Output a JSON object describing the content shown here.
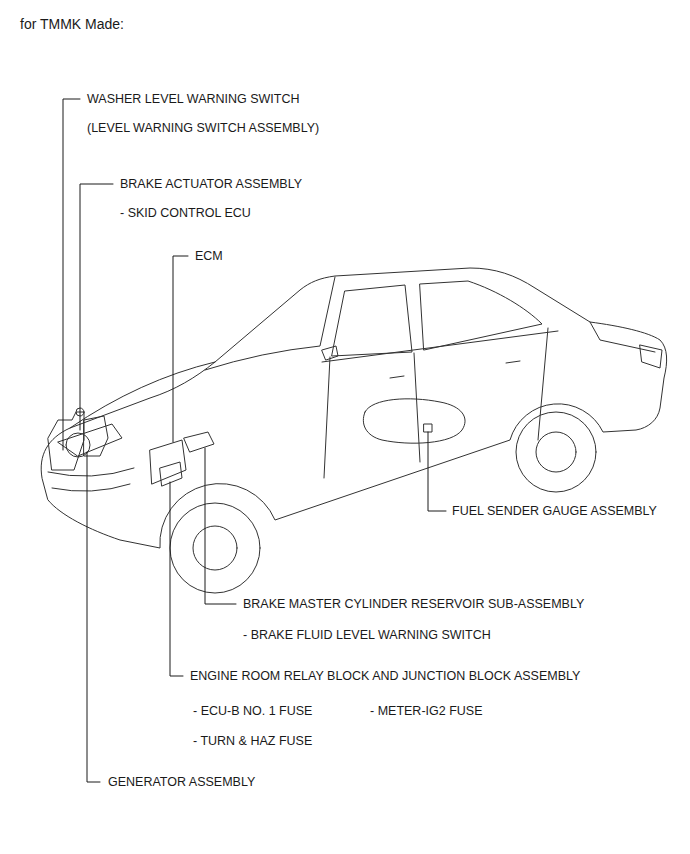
{
  "diagram": {
    "title": "for TMMK Made:",
    "labels": [
      "WASHER LEVEL WARNING SWITCH",
      "(LEVEL WARNING SWITCH ASSEMBLY)",
      "BRAKE ACTUATOR ASSEMBLY",
      "- SKID CONTROL ECU",
      "ECM",
      "FUEL SENDER GAUGE ASSEMBLY",
      "BRAKE MASTER CYLINDER RESERVOIR SUB-ASSEMBLY",
      "- BRAKE FLUID LEVEL WARNING SWITCH",
      "ENGINE ROOM RELAY BLOCK AND JUNCTION BLOCK ASSEMBLY",
      "- ECU-B NO. 1 FUSE",
      "- METER-IG2 FUSE",
      "- TURN & HAZ FUSE",
      "GENERATOR ASSEMBLY"
    ]
  }
}
